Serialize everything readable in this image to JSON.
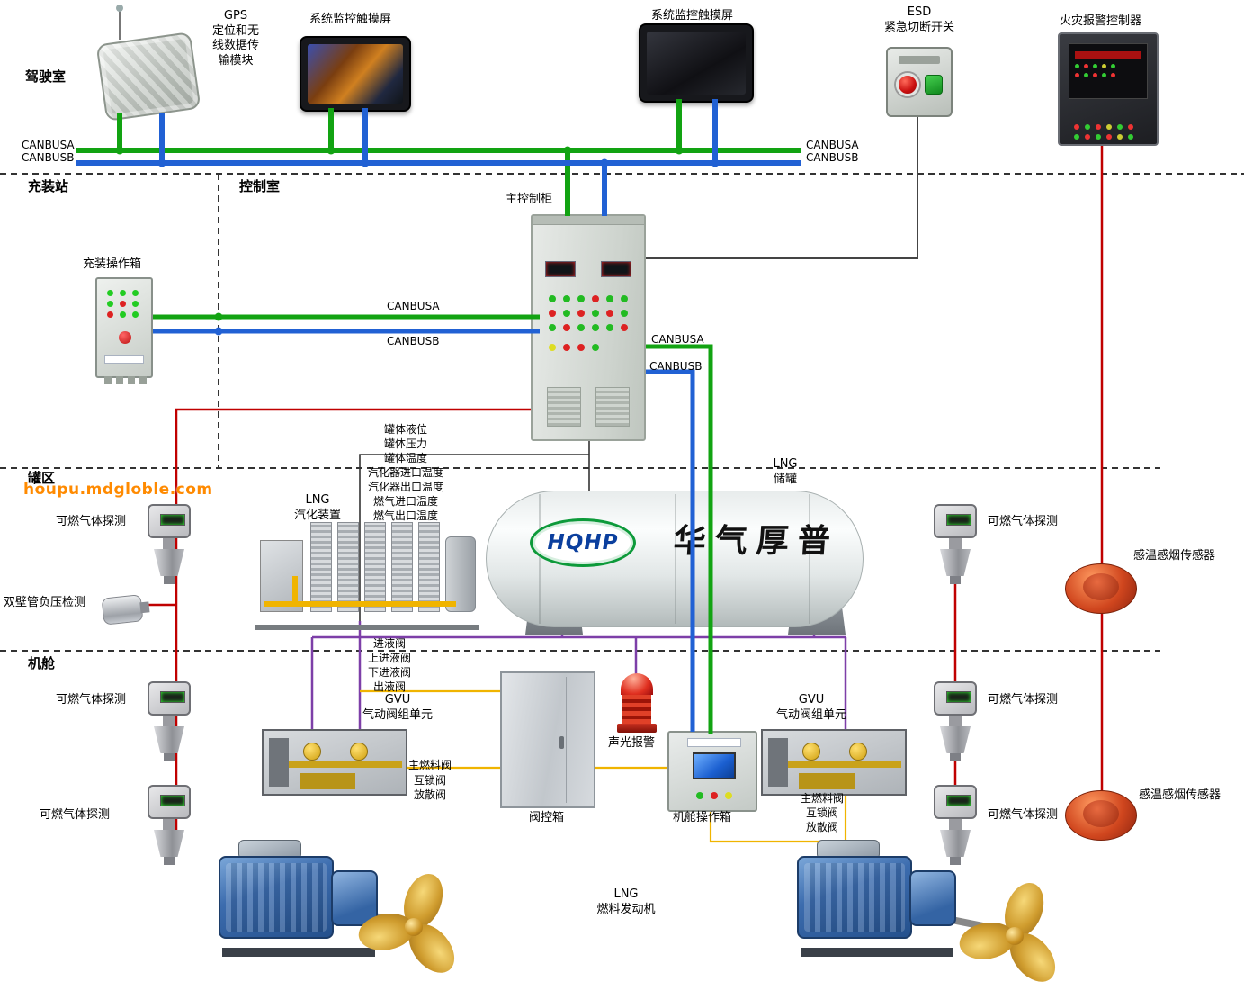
{
  "watermark": "houpu.mdgloble.com",
  "zones": {
    "bridge": "驾驶室",
    "filling_station": "充装站",
    "control_room": "控制室",
    "tank_area": "罐区",
    "engine_room": "机舱"
  },
  "bus": {
    "a": "CANBUSA",
    "b": "CANBUSB"
  },
  "colors": {
    "bus_a": "#12a312",
    "bus_b": "#2161d4",
    "fire": "#c00000",
    "valve": "#7d3fa8",
    "fuel": "#f0b400",
    "esd_line": "#444444",
    "signal": "#333333"
  },
  "devices": {
    "gps": {
      "label": "GPS\n定位和无\n线数据传\n输模块"
    },
    "touchscreen_left": {
      "label": "系统监控触摸屏"
    },
    "touchscreen_right": {
      "label": "系统监控触摸屏"
    },
    "esd": {
      "label": "ESD\n紧急切断开关"
    },
    "fire_alarm_controller": {
      "label": "火灾报警控制器"
    },
    "filling_box": {
      "label": "充装操作箱"
    },
    "main_cabinet": {
      "label": "主控制柜"
    },
    "vaporizer": {
      "label": "LNG\n汽化装置"
    },
    "tank": {
      "label": "LNG\n储罐",
      "brand": "HQHP",
      "brand_cn": "华气厚普"
    },
    "gas_detector": {
      "label": "可燃气体探测"
    },
    "negative_pressure": {
      "label": "双壁管负压检测"
    },
    "smoke_sensor": {
      "label": "感温感烟传感器"
    },
    "gvu": {
      "label": "GVU\n气动阀组单元"
    },
    "valve_box": {
      "label": "阀控箱"
    },
    "alarm": {
      "label": "声光报警"
    },
    "engine_op_box": {
      "label": "机舱操作箱"
    },
    "engine": {
      "label": "LNG\n燃料发动机"
    }
  },
  "tank_signals": [
    "罐体液位",
    "罐体压力",
    "罐体温度",
    "汽化器进口温度",
    "汽化器出口温度",
    "燃气进口温度",
    "燃气出口温度"
  ],
  "liquid_valves": [
    "进液阀",
    "上进液阀",
    "下进液阀",
    "出液阀"
  ],
  "fuel_valves": [
    "主燃料阀",
    "互锁阀",
    "放散阀"
  ]
}
